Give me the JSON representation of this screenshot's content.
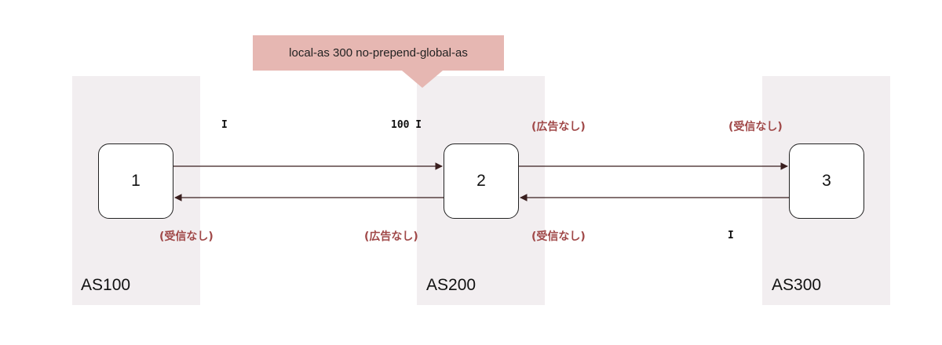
{
  "callout": {
    "text": "local-as 300 no-prepend-global-as"
  },
  "zones": [
    {
      "id": "as100",
      "label": "AS100"
    },
    {
      "id": "as200",
      "label": "AS200"
    },
    {
      "id": "as300",
      "label": "AS300"
    }
  ],
  "routers": [
    {
      "id": "r1",
      "label": "1"
    },
    {
      "id": "r2",
      "label": "2"
    },
    {
      "id": "r3",
      "label": "3"
    }
  ],
  "path_labels": {
    "r1_to_r2_src": "I",
    "r1_to_r2_dst": "100 I",
    "r3_to_r2_src": "I"
  },
  "notes": {
    "no_advertise": "(広告なし)",
    "no_receive": "(受信なし)"
  },
  "colors": {
    "zone_fill": "#f2eef0",
    "callout_fill": "#e6b7b2",
    "note_text": "#a04848"
  }
}
